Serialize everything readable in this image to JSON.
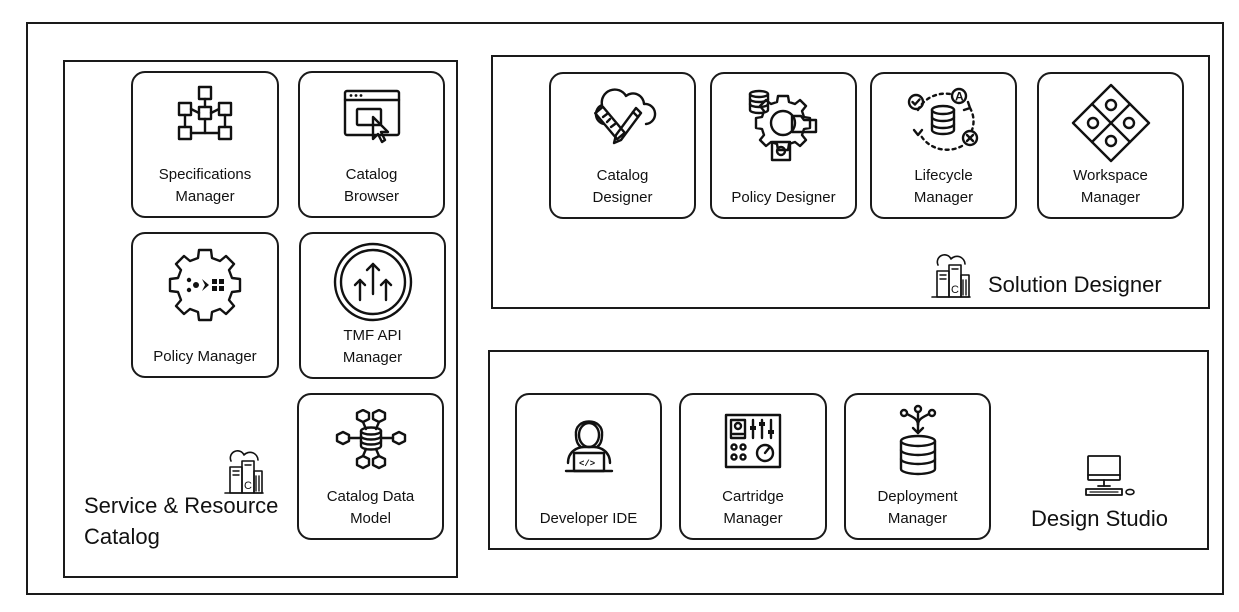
{
  "groups": {
    "service_catalog": {
      "title": "Service & Resource\nCatalog",
      "icon": "catalog-building-icon",
      "cards": [
        {
          "label": "Specifications\nManager",
          "icon": "hierarchy-icon"
        },
        {
          "label": "Catalog\nBrowser",
          "icon": "browser-cursor-icon"
        },
        {
          "label": "Policy Manager",
          "icon": "gear-flow-icon"
        },
        {
          "label": "TMF API\nManager",
          "icon": "api-arrows-icon"
        },
        {
          "label": "Catalog Data\nModel",
          "icon": "data-model-icon"
        }
      ]
    },
    "solution_designer": {
      "title": "Solution Designer",
      "icon": "catalog-building-icon",
      "cards": [
        {
          "label": "Catalog\nDesigner",
          "icon": "cloud-design-icon"
        },
        {
          "label": "Policy Designer",
          "icon": "policy-gear-icon"
        },
        {
          "label": "Lifecycle\nManager",
          "icon": "lifecycle-cycle-icon"
        },
        {
          "label": "Workspace\nManager",
          "icon": "puzzle-icon"
        }
      ]
    },
    "design_studio": {
      "title": "Design Studio",
      "icon": "desktop-computer-icon",
      "cards": [
        {
          "label": "Developer IDE",
          "icon": "developer-icon"
        },
        {
          "label": "Cartridge\nManager",
          "icon": "control-panel-icon"
        },
        {
          "label": "Deployment\nManager",
          "icon": "deployment-database-icon"
        }
      ]
    }
  },
  "colors": {
    "stroke": "#111111",
    "background": "#ffffff"
  }
}
